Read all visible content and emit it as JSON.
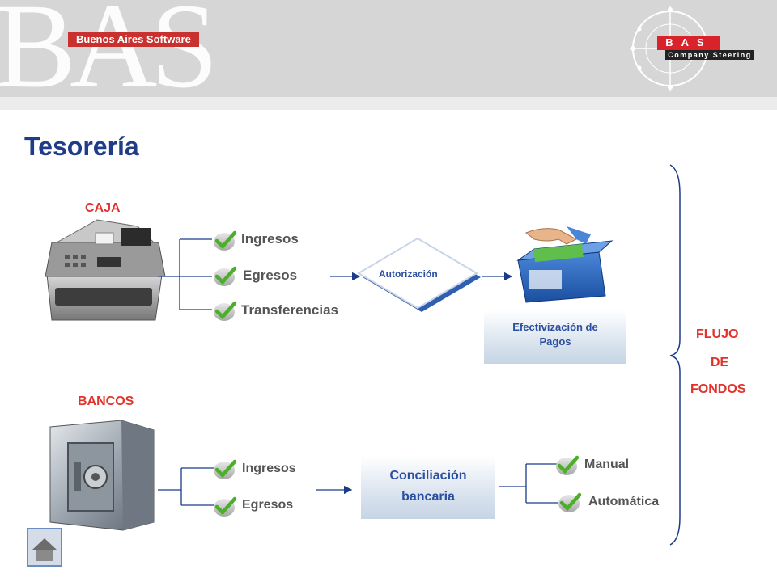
{
  "header": {
    "company_tag": "Buenos Aires Software",
    "logo_big": "BAS",
    "logo_red": "BAS",
    "logo_sub": "Company Steering"
  },
  "title": "Tesorería",
  "caja": {
    "label": "CAJA",
    "items": [
      "Ingresos",
      "Egresos",
      "Transferencias"
    ]
  },
  "autorizacion": "Autorización",
  "efectivizacion": "Efectivización de Pagos",
  "bancos": {
    "label": "BANCOS",
    "items": [
      "Ingresos",
      "Egresos"
    ]
  },
  "conciliacion": [
    "Conciliación",
    "bancaria"
  ],
  "modos": [
    "Manual",
    "Automática"
  ],
  "flujo": [
    "FLUJO",
    "DE",
    "FONDOS"
  ],
  "colors": {
    "title": "#1f3c88",
    "red": "#e3322b",
    "blue": "#2a4ea0",
    "check": "#4caf2a"
  }
}
